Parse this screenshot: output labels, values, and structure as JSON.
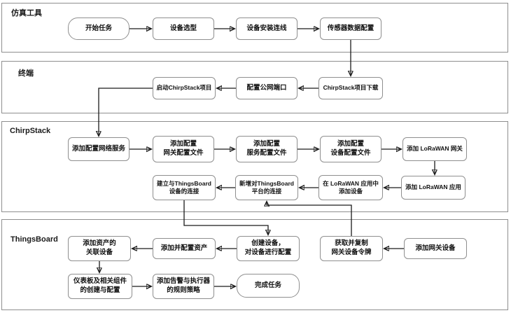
{
  "diagram": {
    "type": "swimlane-flowchart",
    "colors": {
      "background": "#ffffff",
      "lane_border": "#8e8e8e",
      "node_border": "#8f8f8f",
      "node_fill": "#ffffff",
      "arrow": "#1a1a1a",
      "text": "#111111"
    },
    "lanes": [
      {
        "label": "仿真工具"
      },
      {
        "label": "终端"
      },
      {
        "label": "ChirpStack"
      },
      {
        "label": "ThingsBoard"
      }
    ],
    "nodes": {
      "start": {
        "line1": "开始任务"
      },
      "select": {
        "line1": "设备选型"
      },
      "wire": {
        "line1": "设备安装连线"
      },
      "sensor": {
        "line1": "传感器数据配置"
      },
      "launch": {
        "line1": "启动ChirpStack项目"
      },
      "port": {
        "line1": "配置公网端口"
      },
      "download": {
        "line1": "ChirpStack项目下载"
      },
      "netsvc": {
        "line1": "添加配置网络服务"
      },
      "gwfile": {
        "line1": "添加配置",
        "line2": "网关配置文件"
      },
      "svcfile": {
        "line1": "添加配置",
        "line2": "服务配置文件"
      },
      "devfile": {
        "line1": "添加配置",
        "line2": "设备配置文件"
      },
      "gw": {
        "line1": "添加 LoRaWAN 网关"
      },
      "tbdev": {
        "line1": "建立与ThingsBoard",
        "line2": "设备的连接"
      },
      "tbconn": {
        "line1": "新增对ThingsBoard",
        "line2": "平台的连接"
      },
      "appdev": {
        "line1": "在 LoRaWAN 应用中",
        "line2": "添加设备"
      },
      "app": {
        "line1": "添加 LoRaWAN 应用"
      },
      "assetdev": {
        "line1": "添加资产的",
        "line2": "关联设备"
      },
      "asset": {
        "line1": "添加并配置资产"
      },
      "create": {
        "line1": "创建设备，",
        "line2": "对设备进行配置"
      },
      "token": {
        "line1": "获取并复制",
        "line2": "网关设备令牌"
      },
      "gwdev": {
        "line1": "添加网关设备"
      },
      "dash": {
        "line1": "仪表板及相关组件",
        "line2": "的创建与配置"
      },
      "rule": {
        "line1": "添加告警与执行器",
        "line2": "的规则策略"
      },
      "done": {
        "line1": "完成任务"
      }
    },
    "edges": [
      {
        "from": "start",
        "to": "select"
      },
      {
        "from": "select",
        "to": "wire"
      },
      {
        "from": "wire",
        "to": "sensor"
      },
      {
        "from": "sensor",
        "to": "download"
      },
      {
        "from": "download",
        "to": "port"
      },
      {
        "from": "port",
        "to": "launch"
      },
      {
        "from": "launch",
        "to": "netsvc"
      },
      {
        "from": "netsvc",
        "to": "gwfile"
      },
      {
        "from": "gwfile",
        "to": "svcfile"
      },
      {
        "from": "svcfile",
        "to": "devfile"
      },
      {
        "from": "devfile",
        "to": "gw"
      },
      {
        "from": "gw",
        "to": "app"
      },
      {
        "from": "app",
        "to": "appdev"
      },
      {
        "from": "appdev",
        "to": "tbconn"
      },
      {
        "from": "tbconn",
        "to": "tbdev"
      },
      {
        "from": "token",
        "to": "tbconn"
      },
      {
        "from": "tbdev",
        "to": "create"
      },
      {
        "from": "gwdev",
        "to": "token"
      },
      {
        "from": "create",
        "to": "asset"
      },
      {
        "from": "asset",
        "to": "assetdev"
      },
      {
        "from": "assetdev",
        "to": "dash"
      },
      {
        "from": "dash",
        "to": "rule"
      },
      {
        "from": "rule",
        "to": "done"
      }
    ]
  }
}
